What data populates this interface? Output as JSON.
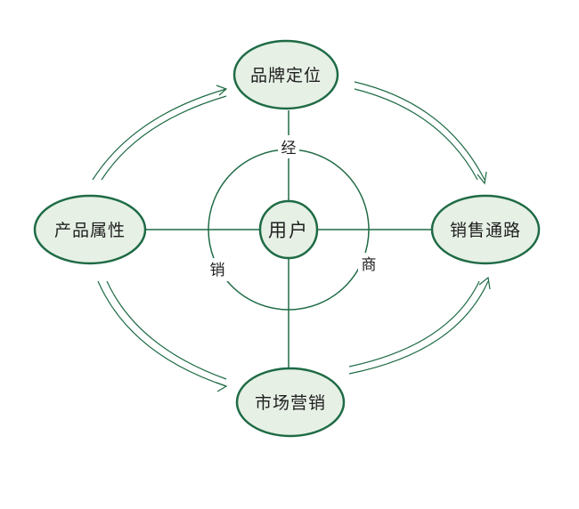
{
  "colors": {
    "stroke": "#1e6b45",
    "node_fill": "#e6f0e5",
    "text": "#1f1f1f",
    "background": "#ffffff"
  },
  "center": {
    "label": "用户"
  },
  "nodes": {
    "top": {
      "label": "品牌定位"
    },
    "right": {
      "label": "销售通路"
    },
    "bottom": {
      "label": "市场营销"
    },
    "left": {
      "label": "产品属性"
    }
  },
  "ring_labels": {
    "top": "经",
    "right": "商",
    "left": "销"
  }
}
